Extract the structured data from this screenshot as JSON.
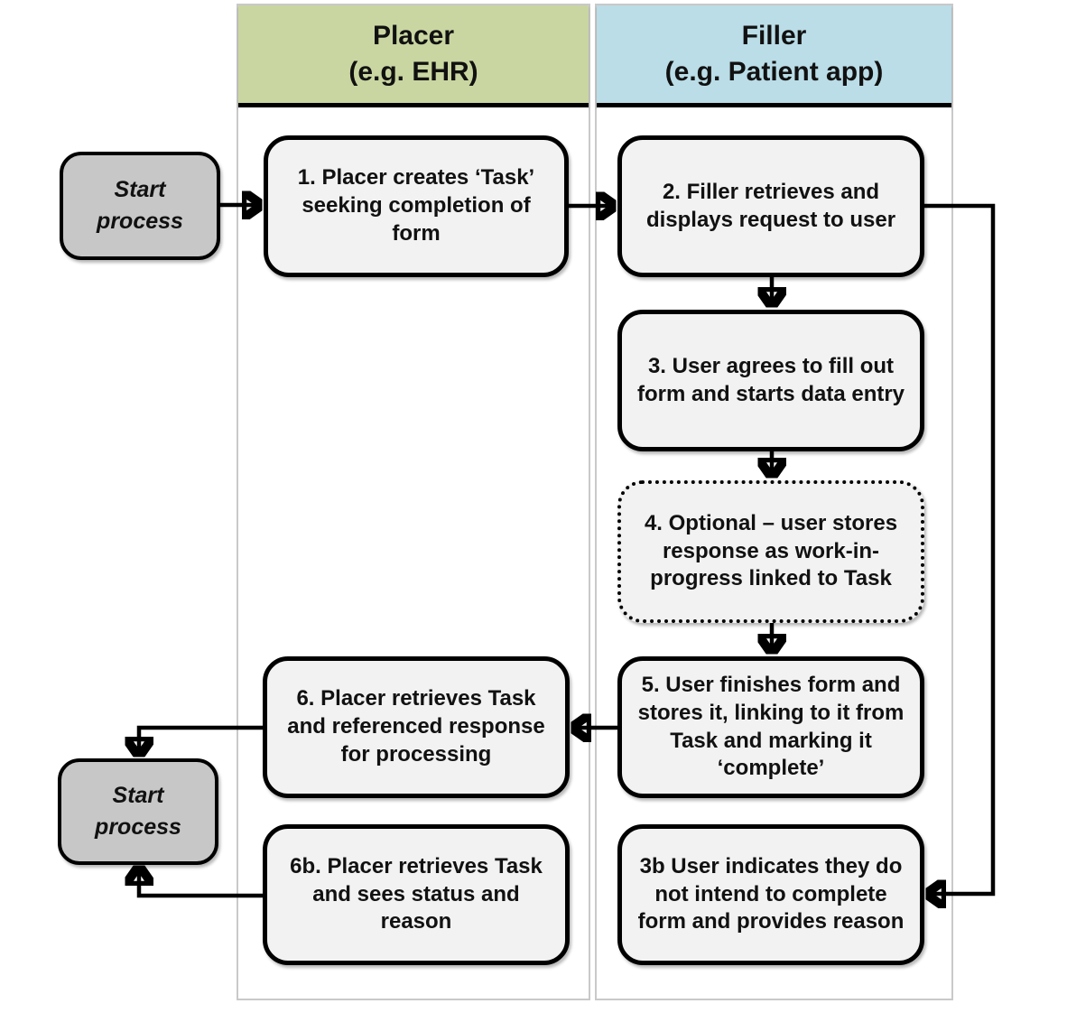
{
  "lanes": {
    "placer": {
      "title": "Placer",
      "subtitle": "(e.g. EHR)",
      "header_color": "#c9d6a1"
    },
    "filler": {
      "title": "Filler",
      "subtitle": "(e.g. Patient app)",
      "header_color": "#badde7"
    }
  },
  "nodes": {
    "start_top": {
      "label": "Start process",
      "type": "terminator"
    },
    "step1": {
      "label": "1. Placer creates ‘Task’ seeking completion of form",
      "type": "process"
    },
    "step2": {
      "label": "2. Filler retrieves and displays request to user",
      "type": "process"
    },
    "step3": {
      "label": "3. User agrees to fill out form and starts data entry",
      "type": "process"
    },
    "step4": {
      "label": "4. Optional – user stores response as work-in-progress linked to Task",
      "type": "process-optional-dotted"
    },
    "step5": {
      "label": "5. User finishes form and stores it, linking to it from Task and marking it ‘complete’",
      "type": "process"
    },
    "step6": {
      "label": "6. Placer retrieves Task and referenced response for processing",
      "type": "process"
    },
    "step6b": {
      "label": "6b. Placer retrieves Task and sees  status and reason",
      "type": "process"
    },
    "step3b": {
      "label": "3b User indicates they do not intend to complete form and provides reason",
      "type": "process"
    },
    "start_bottom": {
      "label": "Start process",
      "type": "terminator"
    }
  },
  "edges": [
    {
      "from": "start_top",
      "to": "step1"
    },
    {
      "from": "step1",
      "to": "step2"
    },
    {
      "from": "step2",
      "to": "step3"
    },
    {
      "from": "step3",
      "to": "step4"
    },
    {
      "from": "step4",
      "to": "step5"
    },
    {
      "from": "step5",
      "to": "step6"
    },
    {
      "from": "step6",
      "to": "start_bottom"
    },
    {
      "from": "step6b",
      "to": "start_bottom"
    },
    {
      "from": "step2",
      "to": "step3b"
    }
  ],
  "colors": {
    "node_fill": "#f2f2f2",
    "terminator_fill": "#c7c7c7",
    "line": "#000000",
    "lane_border": "#c9c9c9",
    "placer_header": "#c9d6a1",
    "filler_header": "#badde7"
  }
}
